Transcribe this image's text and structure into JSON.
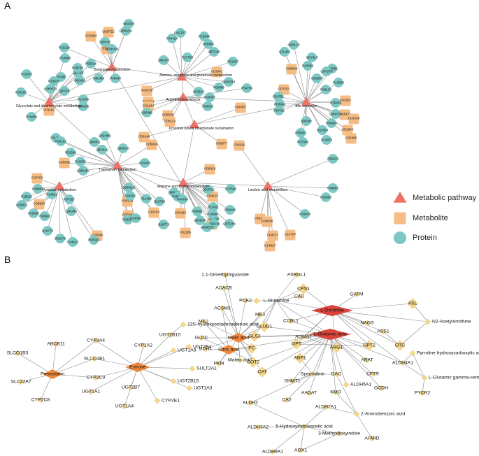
{
  "panels": [
    {
      "label": "A"
    },
    {
      "label": "B"
    }
  ],
  "legend": [
    {
      "label": "Metabolic pathway",
      "shape": "triangle",
      "color": "#ef7168"
    },
    {
      "label": "Metabolite",
      "shape": "square",
      "color": "#f5bc84"
    },
    {
      "label": "Protein",
      "shape": "circle",
      "color": "#7ec8c4"
    }
  ],
  "colors": {
    "pathway": "#ef7168",
    "metabolite": "#f5bc84",
    "protein": "#7ec8c4",
    "edge": "#8a8a8a",
    "hub_orange": "#f0883c",
    "hub_red": "#d9453b",
    "b_node": "#f5d78e",
    "b_node_stroke": "#e9c46a"
  },
  "network_a": {
    "pathways": [
      "Butanoate metabolism",
      "Alanine, aspartate and glutamate metabolism",
      "Arginine biosynthesis",
      "Glyoxylate and dicarboxylate metabolism",
      "Bile secretion",
      "Proximal tubule bicarbonate reclamation",
      "Tryptophan metabolism",
      "Pyruvate metabolism",
      "Arginine and proline metabolism",
      "Linoleic acid metabolism"
    ],
    "metabolites": [
      "C01384",
      "Q53FZ2",
      "C02630",
      "C00158",
      "C01042",
      "C00064",
      "C01144",
      "C00026",
      "C00122",
      "C00149",
      "C00437",
      "C00077",
      "C00315",
      "C00157",
      "C04056",
      "C04717",
      "C14827",
      "C14767",
      "C00639",
      "C07151",
      "C01921",
      "C03033",
      "C02538",
      "C01844",
      "C05466",
      "C01182",
      "C05635",
      "C05660",
      "C00019",
      "C04137",
      "C00763",
      "C05993",
      "C00546",
      "C00108",
      "C05834",
      "C10164",
      "C03415",
      "C01165",
      "C04281"
    ],
    "proteins": [
      "Q02338",
      "Q8WV21",
      "P15219",
      "Q8AHD",
      "Q5NUN0",
      "P54868",
      "P55914",
      "Q6CKE",
      "O5166",
      "P49748",
      "P22033",
      "P23378",
      "Q9NYQ3",
      "Q8VSB",
      "P05165",
      "P34896",
      "Q9UM8",
      "Q9GFE7",
      "P15649",
      "P04424",
      "Q8TC80",
      "P27708",
      "P51327",
      "Q9UI32",
      "P00480",
      "P00966",
      "P00367",
      "Q9NCR4",
      "Q03154",
      "P21549",
      "Q16836",
      "O00426",
      "P40040",
      "Q86WB",
      "P24752",
      "P00964",
      "P54710",
      "P00818",
      "P54709",
      "Q9NL19",
      "Q7L266",
      "Q9Y6L6",
      "P22309",
      "P55852",
      "O60656",
      "Q9Y2P5",
      "P13559",
      "P06133",
      "P15439",
      "Q96342",
      "Q9NYD5",
      "P04920",
      "P55803",
      "O14973",
      "O91694",
      "P07099",
      "O95620",
      "P54855",
      "P25834",
      "P28058",
      "P11712",
      "P05181",
      "P51589",
      "P10632",
      "Q8NUB1",
      "Q9UBQ",
      "Q63HM1",
      "Q8H2A2",
      "Q9N3Z3",
      "P41438",
      "P46952",
      "P15629",
      "Q16822",
      "P35558",
      "O96682",
      "P14621",
      "P07327",
      "Q9UM3",
      "Q16775",
      "O06278",
      "P14618",
      "P00328",
      "Q86WU2",
      "P28332",
      "P11498",
      "Q16798",
      "P00325",
      "P23368",
      "Q16773",
      "Q96HY7",
      "P05091",
      "P04798",
      "P11621",
      "P60801",
      "Q9NZ48",
      "P41247",
      "Q6TDX6",
      "P17540",
      "P60440",
      "Q9UF12",
      "P14920",
      "Q96C36",
      "Q8WE65",
      "P15400",
      "P05177",
      "P00505",
      "P00533",
      "P06068",
      "P04435"
    ]
  },
  "network_b": {
    "hubs": [
      "Estrone",
      "Prevastatin",
      "Malic acid",
      "Citric acid",
      "L-Ornithine",
      "L-Glutamic acid",
      "L-Glutamine"
    ],
    "nodes": [
      "13S-hydroxyoctadecadienoic acid",
      "UGT2B10",
      "UGT2B4",
      "UGT1A9",
      "CYP1A2",
      "SULT2A1",
      "UGT2B15",
      "UGT1A3",
      "UGT2B7",
      "CYP2E1",
      "UGT1A4",
      "UGT1A1",
      "CYP2C9",
      "SLCO1B1",
      "CYP3A4",
      "ABCB11",
      "SLCO1B3",
      "SLC22A7",
      "CYP2C8",
      "1,1-Dimethylbiguanide",
      "ACACB",
      "PCK2",
      "ASRGL1",
      "CPS1",
      "GATM",
      "CAD",
      "ACSM3",
      "ME3",
      "ME2",
      "GLUD1",
      "CCBL1",
      "NAGS",
      "ASL",
      "N2-Acetylornithine",
      "ASS1",
      "GLDC",
      "BDH1",
      "GLS2",
      "PC",
      "AGMAT",
      "GPT",
      "GPT2",
      "OTC",
      "Pyrroline hydroxycarboxylic acid",
      "ALDH4A1",
      "L-Glutamic gamma-semialdehyde",
      "PYCR2",
      "Maleic acid",
      "PKM",
      "GOT2",
      "CAT",
      "ABP1",
      "ARG1",
      "ABAT",
      "CFTR",
      "GCDH",
      "SHMT1",
      "Spermidine",
      "DAO",
      "ALDH5A1",
      "AADAT",
      "KMO",
      "CA2",
      "ALDH2",
      "ALDH7A1",
      "2-Aminobenzoic acid",
      "AFMID",
      "ALDH3A2",
      "5-Hydroxyindoleacetic acid",
      "3-Methyldioxyindole",
      "ALDH9A1",
      "AOX1"
    ]
  }
}
